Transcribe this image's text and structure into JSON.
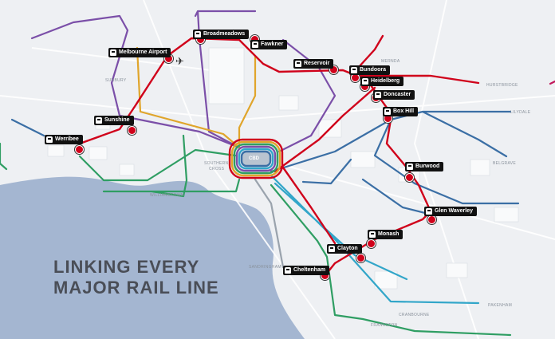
{
  "headline": {
    "line1": "LINKING EVERY",
    "line2": "MAJOR RAIL LINE"
  },
  "cbd_label": "CBD",
  "stations": [
    {
      "id": "broadmeadows",
      "label": "Broadmeadows"
    },
    {
      "id": "fawkner",
      "label": "Fawkner"
    },
    {
      "id": "melbourne-airport",
      "label": "Melbourne Airport"
    },
    {
      "id": "reservoir",
      "label": "Reservoir"
    },
    {
      "id": "bundoora",
      "label": "Bundoora"
    },
    {
      "id": "heidelberg",
      "label": "Heidelberg"
    },
    {
      "id": "doncaster",
      "label": "Doncaster"
    },
    {
      "id": "box-hill",
      "label": "Box Hill"
    },
    {
      "id": "sunshine",
      "label": "Sunshine"
    },
    {
      "id": "werribee",
      "label": "Werribee"
    },
    {
      "id": "burwood",
      "label": "Burwood"
    },
    {
      "id": "glen-waverley",
      "label": "Glen Waverley"
    },
    {
      "id": "monash",
      "label": "Monash"
    },
    {
      "id": "clayton",
      "label": "Clayton"
    },
    {
      "id": "cheltenham",
      "label": "Cheltenham"
    }
  ],
  "line_labels": [
    {
      "id": "sunbury",
      "label": "SUNBURY"
    },
    {
      "id": "mernda",
      "label": "MERNDA"
    },
    {
      "id": "hurstbridge",
      "label": "HURSTBRIDGE"
    },
    {
      "id": "lilydale",
      "label": "LILYDALE"
    },
    {
      "id": "belgrave",
      "label": "BELGRAVE"
    },
    {
      "id": "southern-cross-1",
      "label": "SOUTHERN"
    },
    {
      "id": "southern-cross-2",
      "label": "CROSS"
    },
    {
      "id": "williamstown",
      "label": "WILLIAMSTOWN"
    },
    {
      "id": "sandringham",
      "label": "SANDRINGHAM"
    },
    {
      "id": "cranbourne",
      "label": "CRANBOURNE"
    },
    {
      "id": "pakenham",
      "label": "PAKENHAM"
    },
    {
      "id": "frankston",
      "label": "FRANKSTON"
    }
  ],
  "colors": {
    "srl": "#d0021b",
    "purple": "#7b4fa8",
    "blue": "#3b6fa5",
    "green": "#2f9e63",
    "yellow": "#e0a52b",
    "cyan": "#32a6c9",
    "water": "#a4b6d1",
    "land": "#eef0f3"
  },
  "icons": {
    "station": "train-icon",
    "airport": "airplane-icon"
  }
}
